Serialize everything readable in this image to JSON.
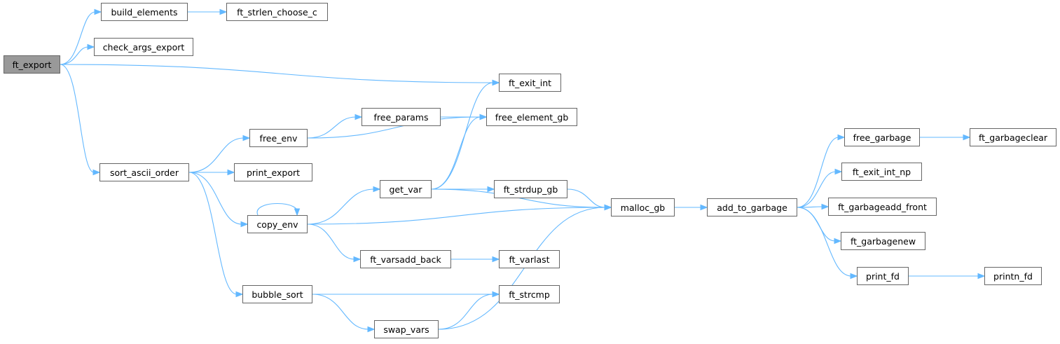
{
  "graph": {
    "root": "ft_export",
    "nodes": [
      {
        "id": "ft_export",
        "label": "ft_export",
        "root": true
      },
      {
        "id": "build_elements",
        "label": "build_elements"
      },
      {
        "id": "ft_strlen_choose_c",
        "label": "ft_strlen_choose_c"
      },
      {
        "id": "check_args_export",
        "label": "check_args_export"
      },
      {
        "id": "ft_exit_int",
        "label": "ft_exit_int"
      },
      {
        "id": "free_params",
        "label": "free_params"
      },
      {
        "id": "free_element_gb",
        "label": "free_element_gb"
      },
      {
        "id": "free_env",
        "label": "free_env"
      },
      {
        "id": "sort_ascii_order",
        "label": "sort_ascii_order"
      },
      {
        "id": "print_export",
        "label": "print_export"
      },
      {
        "id": "get_var",
        "label": "get_var"
      },
      {
        "id": "ft_strdup_gb",
        "label": "ft_strdup_gb"
      },
      {
        "id": "malloc_gb",
        "label": "malloc_gb"
      },
      {
        "id": "add_to_garbage",
        "label": "add_to_garbage"
      },
      {
        "id": "copy_env",
        "label": "copy_env"
      },
      {
        "id": "ft_varsadd_back",
        "label": "ft_varsadd_back"
      },
      {
        "id": "ft_varlast",
        "label": "ft_varlast"
      },
      {
        "id": "bubble_sort",
        "label": "bubble_sort"
      },
      {
        "id": "ft_strcmp",
        "label": "ft_strcmp"
      },
      {
        "id": "swap_vars",
        "label": "swap_vars"
      },
      {
        "id": "free_garbage",
        "label": "free_garbage"
      },
      {
        "id": "ft_garbageclear",
        "label": "ft_garbageclear"
      },
      {
        "id": "ft_exit_int_np",
        "label": "ft_exit_int_np"
      },
      {
        "id": "ft_garbageadd_front",
        "label": "ft_garbageadd_front"
      },
      {
        "id": "ft_garbagenew",
        "label": "ft_garbagenew"
      },
      {
        "id": "print_fd",
        "label": "print_fd"
      },
      {
        "id": "printn_fd",
        "label": "printn_fd"
      }
    ],
    "edges": [
      {
        "from": "ft_export",
        "to": "build_elements"
      },
      {
        "from": "ft_export",
        "to": "check_args_export"
      },
      {
        "from": "ft_export",
        "to": "ft_exit_int"
      },
      {
        "from": "ft_export",
        "to": "sort_ascii_order"
      },
      {
        "from": "build_elements",
        "to": "ft_strlen_choose_c"
      },
      {
        "from": "sort_ascii_order",
        "to": "free_env"
      },
      {
        "from": "sort_ascii_order",
        "to": "print_export"
      },
      {
        "from": "sort_ascii_order",
        "to": "copy_env"
      },
      {
        "from": "sort_ascii_order",
        "to": "bubble_sort"
      },
      {
        "from": "free_env",
        "to": "free_params"
      },
      {
        "from": "free_env",
        "to": "free_element_gb"
      },
      {
        "from": "free_params",
        "to": "free_element_gb"
      },
      {
        "from": "copy_env",
        "to": "copy_env"
      },
      {
        "from": "copy_env",
        "to": "get_var"
      },
      {
        "from": "copy_env",
        "to": "malloc_gb"
      },
      {
        "from": "copy_env",
        "to": "ft_varsadd_back"
      },
      {
        "from": "get_var",
        "to": "ft_exit_int"
      },
      {
        "from": "get_var",
        "to": "free_element_gb"
      },
      {
        "from": "get_var",
        "to": "ft_strdup_gb"
      },
      {
        "from": "get_var",
        "to": "malloc_gb"
      },
      {
        "from": "ft_strdup_gb",
        "to": "malloc_gb"
      },
      {
        "from": "ft_varsadd_back",
        "to": "ft_varlast"
      },
      {
        "from": "bubble_sort",
        "to": "ft_strcmp"
      },
      {
        "from": "bubble_sort",
        "to": "swap_vars"
      },
      {
        "from": "swap_vars",
        "to": "ft_strcmp"
      },
      {
        "from": "swap_vars",
        "to": "malloc_gb"
      },
      {
        "from": "malloc_gb",
        "to": "add_to_garbage"
      },
      {
        "from": "add_to_garbage",
        "to": "free_garbage"
      },
      {
        "from": "add_to_garbage",
        "to": "ft_exit_int_np"
      },
      {
        "from": "add_to_garbage",
        "to": "ft_garbageadd_front"
      },
      {
        "from": "add_to_garbage",
        "to": "ft_garbagenew"
      },
      {
        "from": "add_to_garbage",
        "to": "print_fd"
      },
      {
        "from": "free_garbage",
        "to": "ft_garbageclear"
      },
      {
        "from": "print_fd",
        "to": "printn_fd"
      }
    ]
  },
  "colors": {
    "edge": "#63b8ff",
    "node_border": "#666666",
    "node_fill": "#ffffff",
    "root_fill": "#999999",
    "text": "#000000"
  }
}
